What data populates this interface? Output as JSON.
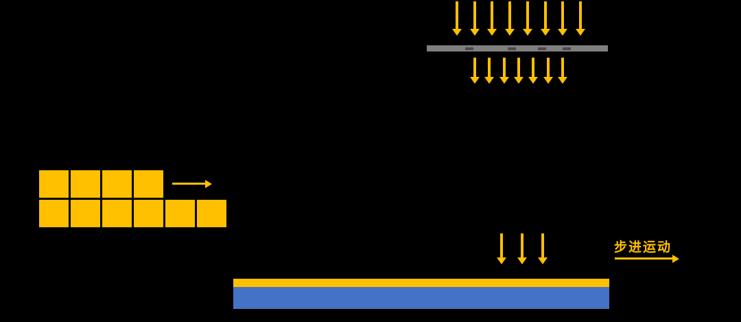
{
  "diagram": {
    "label": {
      "step_motion": "步进运动"
    },
    "colors": {
      "accent": "#FFC000",
      "substrate": "#4472C4",
      "mask": "#7F7F7F",
      "mask-slot": "#4A4A4A",
      "background": "#000000"
    },
    "arrows": {
      "incident_count": 8,
      "transmitted_count": 7,
      "exposure_count": 3
    },
    "powder_grid": {
      "row1_count": 4,
      "row2_count": 6
    }
  }
}
